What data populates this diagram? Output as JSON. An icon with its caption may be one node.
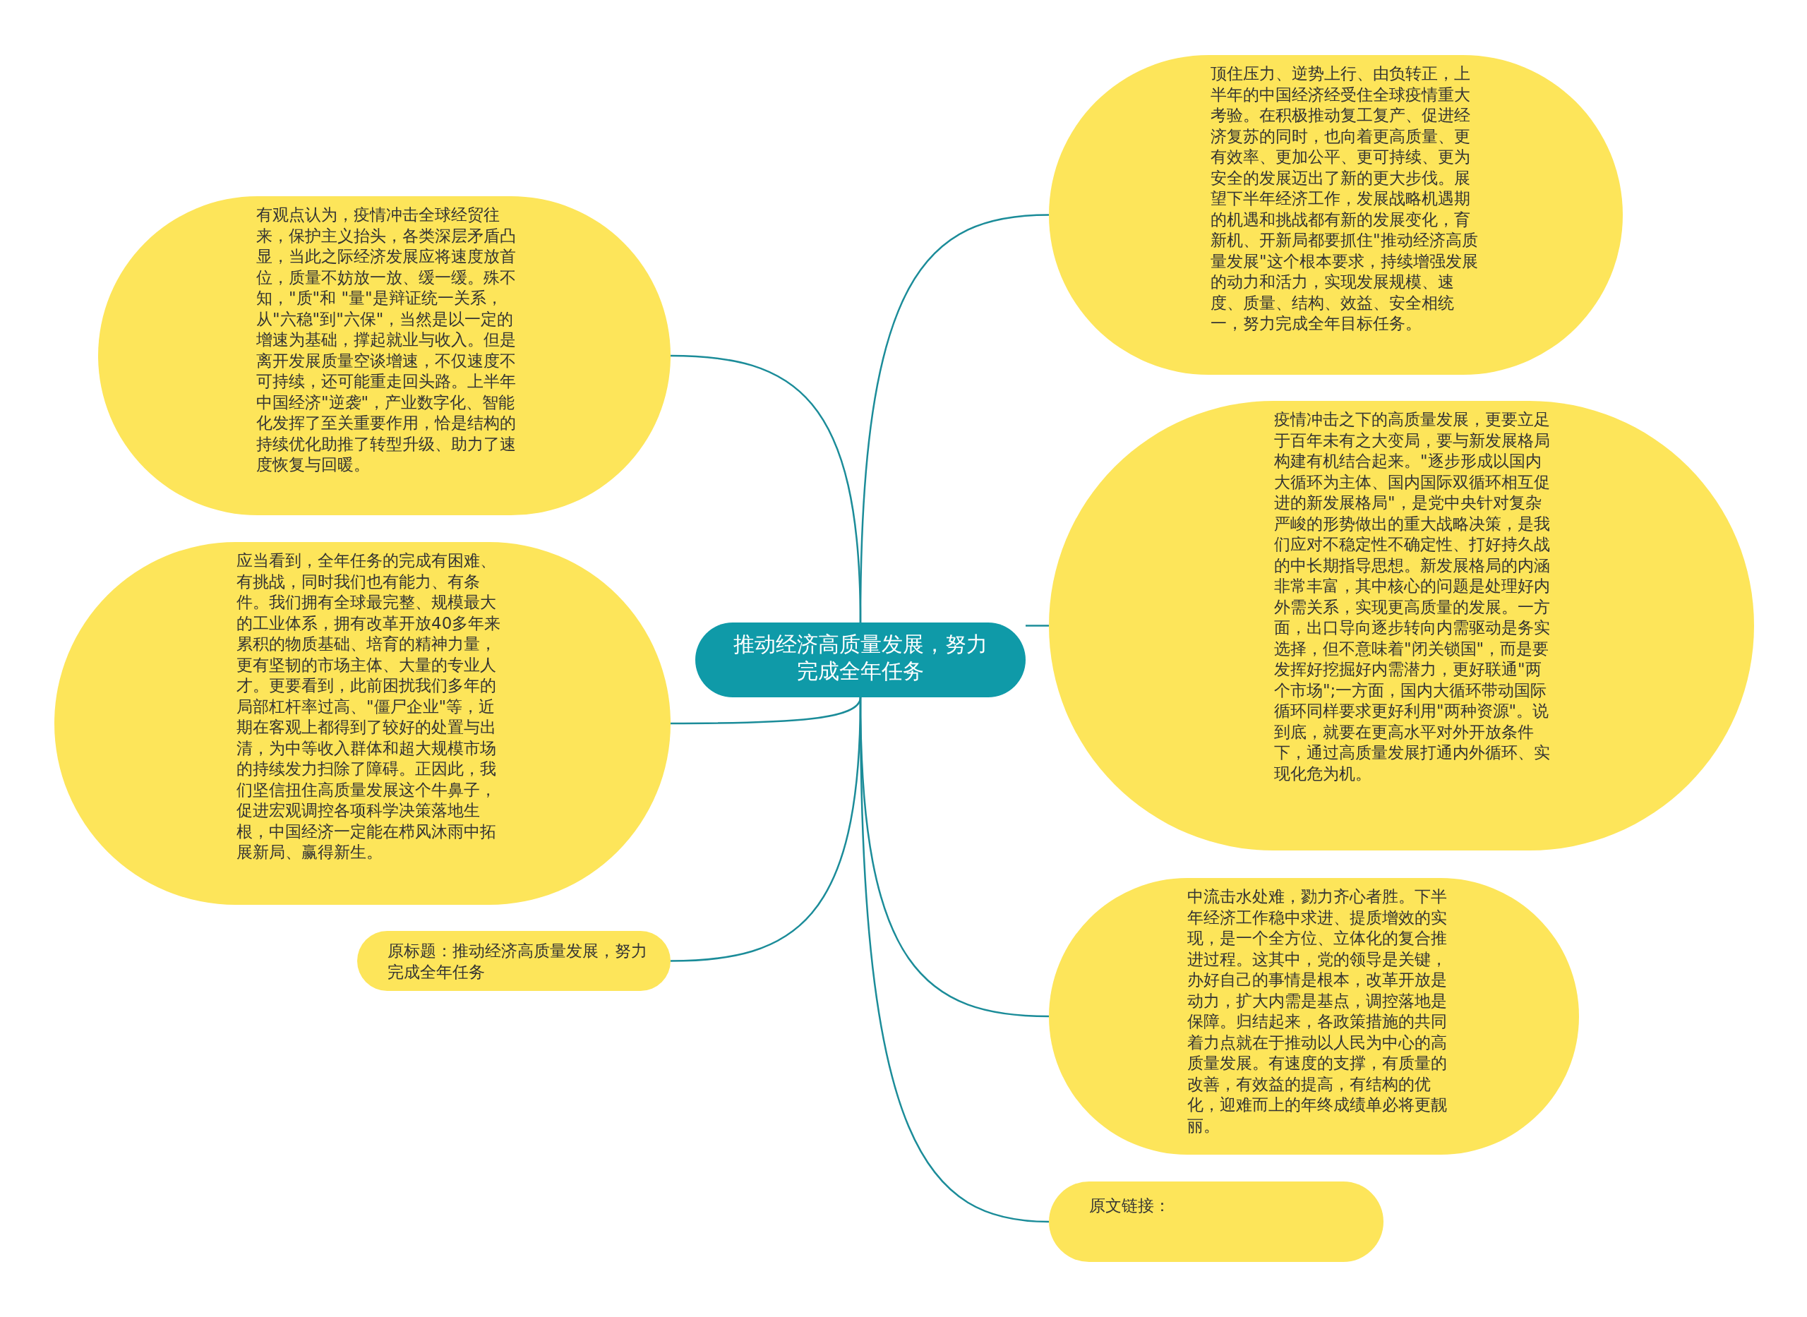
{
  "diagram": {
    "nodes": [
      {
        "text": [
          "推动经济高质量发展，努力完成全年任务"
        ]
      },
      {
        "text": [
          "有观点认为，疫情冲击全球经贸往来，保护主义抬头，各类深层矛盾凸显，当此之际经济发展应将速度放首位，质量不妨放一放、缓一缓。殊不知，\"质\"和 \"量\"是辩证统一关系，从\"六稳\"到\"六保\"，当然是以一定的增速为基础，撑起就业与收入。但是离开发展质量空谈增速，不仅速度不可持续，还可能重走回头路。上半年中国经济\"逆袭\"，产业数字化、智能化发挥了至关重要作用，恰是结构的持续优化助推了转型升级、助力了速度恢复与回暖。"
        ]
      },
      {
        "text": [
          "应当看到，全年任务的完成有困难、有挑战，同时我们也有能力、有条件。我们拥有全球最完整、规模最大的工业体系，拥有改革开放40多年来累积的物质基础、培育的精神力量，更有坚韧的市场主体、大量的专业人才。更要看到，此前困扰我们多年的局部杠杆率过高、\"僵尸企业\"等，近期在客观上都得到了较好的处置与出清，为中等收入群体和超大规模市场的持续发力扫除了障碍。正因此，我们坚信扭住高质量发展这个牛鼻子，促进宏观调控各项科学决策落地生根，中国经济一定能在栉风沐雨中拓展新局、赢得新生。"
        ]
      },
      {
        "text": [
          "原标题：推动经济高质量发展，努力完成全年任务"
        ]
      },
      {
        "text": [
          "顶住压力、逆势上行、由负转正，上半年的中国经济经受住全球疫情重大考验。在积极推动复工复产、促进经济复苏的同时，也向着更高质量、更有效率、更加公平、更可持续、更为安全的发展迈出了新的更大步伐。展望下半年经济工作，发展战略机遇期的机遇和挑战都有新的发展变化，育新机、开新局都要抓住\"推动经济高质量发展\"这个根本要求，持续增强发展的动力和活力，实现发展规模、速度、质量、结构、效益、安全相统一，努力完成全年目标任务。"
        ]
      },
      {
        "text": [
          "疫情冲击之下的高质量发展，更要立足于百年未有之大变局，要与新发展格局构建有机结合起来。\"逐步形成以国内大循环为主体、国内国际双循环相互促进的新发展格局\"，是党中央针对复杂严峻的形势做出的重大战略决策，是我们应对不稳定性不确定性、打好持久战的中长期指导思想。新发展格局的内涵非常丰富，其中核心的问题是处理好内外需关系，实现更高质量的发展。一方面，出口导向逐步转向内需驱动是务实选择，但不意味着\"闭关锁国\"，而是要发挥好挖掘好内需潜力，更好联通\"两个市场\";一方面，国内大循环带动国际循环同样要求更好利用\"两种资源\"。说到底，就要在更高水平对外开放条件下，通过高质量发展打通内外循环、实现化危为机。"
        ]
      },
      {
        "text": [
          "中流击水处难，勠力齐心者胜。下半年经济工作稳中求进、提质增效的实现，是一个全方位、立体化的复合推进过程。这其中，党的领导是关键，办好自己的事情是根本，改革开放是动力，扩大内需是基点，调控落地是保障。归结起来，各政策措施的共同着力点就在于推动以人民为中心的高质量发展。有速度的支撑，有质量的改善，有效益的提高，有结构的优化，迎难而上的年终成绩单必将更靓丽。"
        ]
      },
      {
        "text": [
          "原文链接："
        ]
      }
    ],
    "edges": [
      {
        "from": 0,
        "to": 1,
        "arrow": "none"
      },
      {
        "from": 0,
        "to": 2,
        "arrow": "none"
      },
      {
        "from": 0,
        "to": 3,
        "arrow": "none"
      },
      {
        "from": 0,
        "to": 4,
        "arrow": "none"
      },
      {
        "from": 0,
        "to": 5,
        "arrow": "none"
      },
      {
        "from": 0,
        "to": 6,
        "arrow": "none"
      },
      {
        "from": 0,
        "to": 7,
        "arrow": "none"
      }
    ]
  }
}
